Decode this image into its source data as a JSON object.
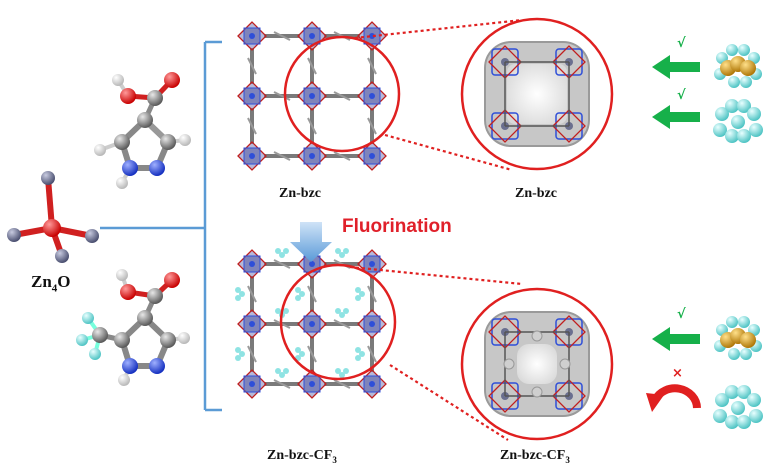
{
  "labels": {
    "zn4o": "Zn",
    "zn4o_sub": "4",
    "zn4o_tail": "O",
    "zn_bzc_top": "Zn-bzc",
    "zn_bzc_right": "Zn-bzc",
    "fluorination": "Fluorination",
    "zn_bzc_cf3_bottom": "Zn-bzc-CF",
    "zn_bzc_cf3_bottom_sub": "3",
    "zn_bzc_cf3_right": "Zn-bzc-CF",
    "zn_bzc_cf3_right_sub": "3"
  },
  "marks": {
    "check_1": "√",
    "check_2": "√",
    "check_3": "√",
    "cross": "×"
  },
  "colors": {
    "accent_red": "#e0202a",
    "arrow_green": "#16b04a",
    "bracket_blue": "#5b9bd5",
    "fluorine_cyan": "#8fe3e3",
    "carbon_gray": "#808080",
    "oxygen_red": "#e02020",
    "nitrogen_blue": "#2f4fd8",
    "zinc_slate": "#6a6f8f",
    "propane_gold": "#d49a1a"
  }
}
